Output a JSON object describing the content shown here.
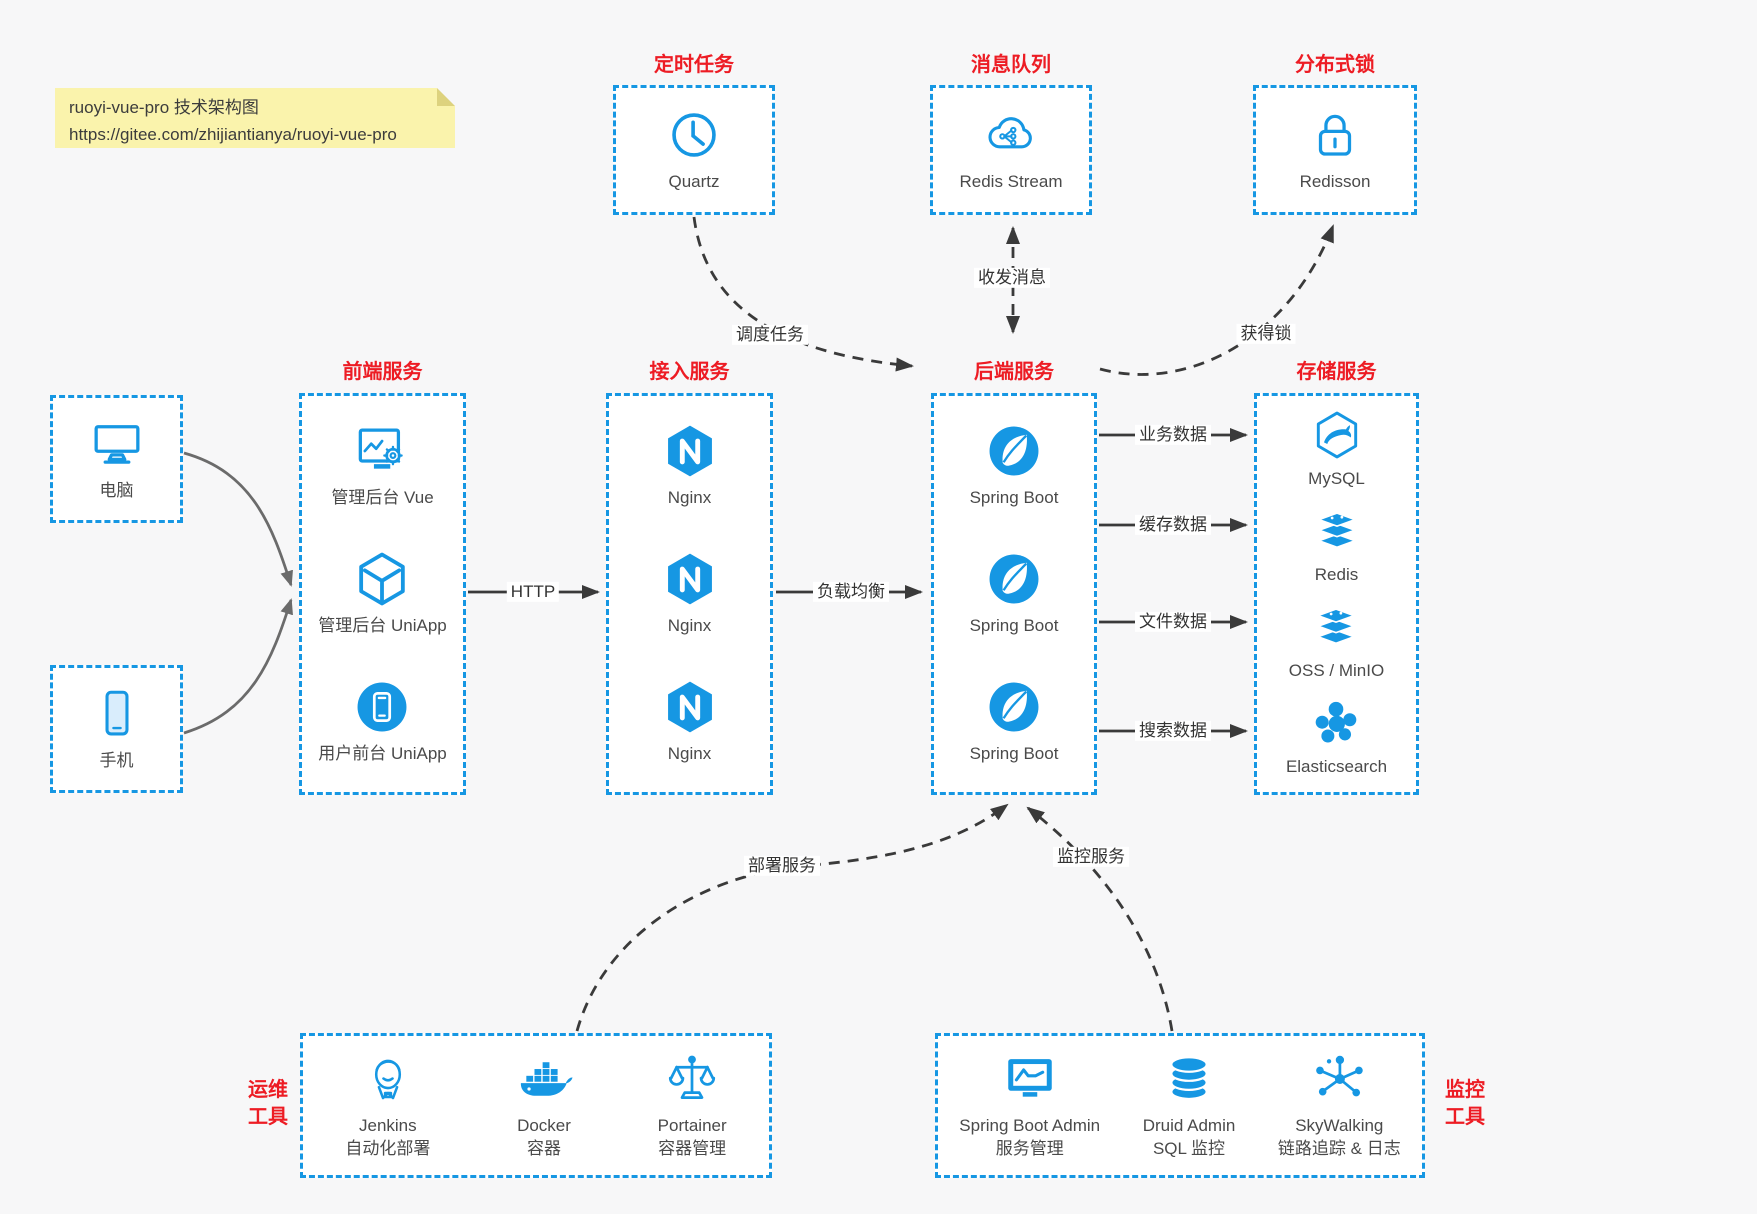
{
  "note": {
    "line1": "ruoyi-vue-pro 技术架构图",
    "line2": "https://gitee.com/zhijiantianya/ruoyi-vue-pro"
  },
  "colors": {
    "accent_blue": "#1697e3",
    "title_red": "#ed1c24",
    "note_yellow": "#faf3ac",
    "arrow_dark": "#3a3a3a",
    "arrow_gray": "#6b6b6b",
    "background": "#f7f7f8"
  },
  "groups": {
    "scheduler": {
      "title": "定时任务",
      "items": [
        {
          "icon": "clock-icon",
          "label": "Quartz"
        }
      ]
    },
    "mq": {
      "title": "消息队列",
      "items": [
        {
          "icon": "cloud-stream-icon",
          "label": "Redis Stream"
        }
      ]
    },
    "dlock": {
      "title": "分布式锁",
      "items": [
        {
          "icon": "lock-icon",
          "label": "Redisson"
        }
      ]
    },
    "devices": {
      "items": [
        {
          "icon": "desktop-icon",
          "label": "电脑"
        },
        {
          "icon": "smartphone-icon",
          "label": "手机"
        }
      ]
    },
    "frontend": {
      "title": "前端服务",
      "items": [
        {
          "icon": "admin-vue-icon",
          "label": "管理后台 Vue"
        },
        {
          "icon": "uniapp-cube-icon",
          "label": "管理后台 UniApp"
        },
        {
          "icon": "user-app-icon",
          "label": "用户前台 UniApp"
        }
      ]
    },
    "gateway": {
      "title": "接入服务",
      "items": [
        {
          "icon": "nginx-icon",
          "label": "Nginx"
        },
        {
          "icon": "nginx-icon",
          "label": "Nginx"
        },
        {
          "icon": "nginx-icon",
          "label": "Nginx"
        }
      ]
    },
    "backend": {
      "title": "后端服务",
      "items": [
        {
          "icon": "spring-boot-icon",
          "label": "Spring Boot"
        },
        {
          "icon": "spring-boot-icon",
          "label": "Spring Boot"
        },
        {
          "icon": "spring-boot-icon",
          "label": "Spring Boot"
        }
      ]
    },
    "storage": {
      "title": "存储服务",
      "items": [
        {
          "icon": "mysql-icon",
          "label": "MySQL"
        },
        {
          "icon": "redis-icon",
          "label": "Redis"
        },
        {
          "icon": "storage-stack-icon",
          "label": "OSS / MinIO"
        },
        {
          "icon": "elasticsearch-icon",
          "label": "Elasticsearch"
        }
      ]
    },
    "ops": {
      "title": "运维工具",
      "items": [
        {
          "icon": "jenkins-icon",
          "label": "Jenkins",
          "sublabel": "自动化部署"
        },
        {
          "icon": "docker-icon",
          "label": "Docker",
          "sublabel": "容器"
        },
        {
          "icon": "portainer-icon",
          "label": "Portainer",
          "sublabel": "容器管理"
        }
      ]
    },
    "monitor": {
      "title": "监控工具",
      "items": [
        {
          "icon": "sba-icon",
          "label": "Spring Boot Admin",
          "sublabel": "服务管理"
        },
        {
          "icon": "druid-icon",
          "label": "Druid Admin",
          "sublabel": "SQL 监控"
        },
        {
          "icon": "skywalking-icon",
          "label": "SkyWalking",
          "sublabel": "链路追踪 & 日志"
        }
      ]
    }
  },
  "edges": {
    "http": "HTTP",
    "load_balance": "负载均衡",
    "schedule": "调度任务",
    "messages": "收发消息",
    "acquire_lock": "获得锁",
    "business_data": "业务数据",
    "cache_data": "缓存数据",
    "file_data": "文件数据",
    "search_data": "搜索数据",
    "deploy": "部署服务",
    "monitor": "监控服务"
  }
}
